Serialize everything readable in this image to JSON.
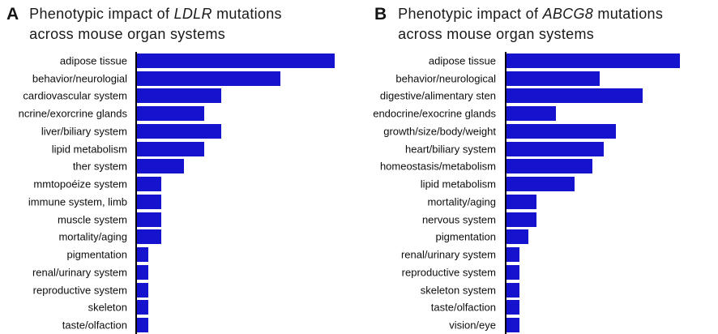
{
  "colors": {
    "bar": "#1513cd",
    "axis": "#000000",
    "background": "#ffffff",
    "text": "#111111"
  },
  "panels": [
    {
      "panel_label": "A",
      "title_prefix": "Phenotypic impact of ",
      "gene": "LDLR",
      "title_suffix": " mutations",
      "title_line2": "across mouse organ systems",
      "chart_data": {
        "type": "bar",
        "orientation": "horizontal",
        "title": "Phenotypic impact of LDLR mutations across mouse organ systems",
        "xlabel": "",
        "ylabel": "",
        "grid": false,
        "x_axis_ticks_visible": false,
        "axis_note": "x-axis scale cropped/not visible; values are relative units estimated from bar lengths",
        "xlim": [
          0,
          274
        ],
        "categories": [
          "adipose tissue",
          "behavior/neurologial",
          "cardiovascular system",
          "ncrine/exorcrine glands",
          "liver/biliary system",
          "lipid metabolism",
          "ther system",
          "mmtopoéize system",
          "immune system, limb",
          "muscle system",
          "mortality/aging",
          "pigmentation",
          "renal/urinary system",
          "reproductive system",
          "skeleton",
          "taste/olfaction"
        ],
        "values": [
          244,
          177,
          104,
          83,
          104,
          83,
          58,
          30,
          30,
          30,
          30,
          14,
          14,
          14,
          14,
          14
        ]
      }
    },
    {
      "panel_label": "B",
      "title_prefix": "Phenotypic impact of ",
      "gene": "ABCG8",
      "title_suffix": " mutations",
      "title_line2": "across mouse organ systems",
      "chart_data": {
        "type": "bar",
        "orientation": "horizontal",
        "title": "Phenotypic impact of ABCG8 mutations across mouse organ systems",
        "xlabel": "",
        "ylabel": "",
        "grid": false,
        "x_axis_ticks_visible": false,
        "axis_note": "x-axis scale cropped/not visible; values are relative units estimated from bar lengths",
        "xlim": [
          0,
          261
        ],
        "categories": [
          "adipose tissue",
          "behavior/neurological",
          "digestive/alimentary sten",
          "endocrine/exocrine glands",
          "growth/size/body/weight",
          "heart/biliary system",
          "homeostasis/metabolism",
          "lipid metabolism",
          "mortality/aging",
          "nervous system",
          "pigmentation",
          "renal/urinary system",
          "reproductive system",
          "skeleton system",
          "taste/olfaction",
          "vision/eye"
        ],
        "values": [
          214,
          115,
          168,
          61,
          135,
          120,
          106,
          84,
          37,
          37,
          27,
          16,
          16,
          16,
          16,
          16
        ]
      }
    }
  ]
}
